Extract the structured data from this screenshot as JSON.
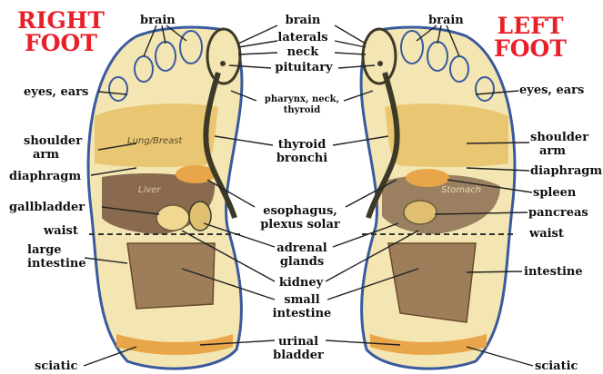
{
  "titles": {
    "right_foot": [
      "RIGHT",
      "FOOT"
    ],
    "left_foot": [
      "LEFT",
      "FOOT"
    ]
  },
  "labels": {
    "brain_right": "brain",
    "brain_center": "brain",
    "brain_left": "brain",
    "laterals": "laterals",
    "neck": "neck",
    "pituitary": "pituitary",
    "eyes_ears_right": "eyes, ears",
    "eyes_ears_left": "eyes, ears",
    "pharynx_neck_thyroid": [
      "pharynx, neck,",
      "thyroid"
    ],
    "shoulder_arm_right": [
      "shoulder",
      "arm"
    ],
    "shoulder_arm_left": [
      "shoulder",
      "arm"
    ],
    "thyroid_bronchi": [
      "thyroid",
      "bronchi"
    ],
    "diaphragm_right": "diaphragm",
    "diaphragm_left": "diaphragm",
    "spleen": "spleen",
    "gallbladder": "gallbladder",
    "pancreas": "pancreas",
    "esophagus_plexus": [
      "esophagus,",
      "plexus solar"
    ],
    "waist_right": "waist",
    "waist_left": "waist",
    "large_intestine": [
      "large",
      "intestine"
    ],
    "adrenal_glands": [
      "adrenal",
      "glands"
    ],
    "intestine": "intestine",
    "kidney": "kidney",
    "small_intestine": [
      "small",
      "intestine"
    ],
    "urinal_bladder": [
      "urinal",
      "bladder"
    ],
    "sciatic_right": "sciatic",
    "sciatic_left": "sciatic"
  },
  "zone_labels": {
    "lung_breast": "Lung/Breast",
    "liver": "Liver",
    "stomach": "Stomach"
  },
  "colors": {
    "title_red": "#e8202a",
    "skin": "#f3e6b3",
    "lung_zone": "#e8c36a",
    "liver_zone": "#8a6a4e",
    "stomach_zone": "#9a8060",
    "blue_outline": "#3a5a9e",
    "spine_dark": "#3c3a26",
    "heel_orange": "#e9a54a",
    "intestine_zone": "#9e7e5a"
  }
}
